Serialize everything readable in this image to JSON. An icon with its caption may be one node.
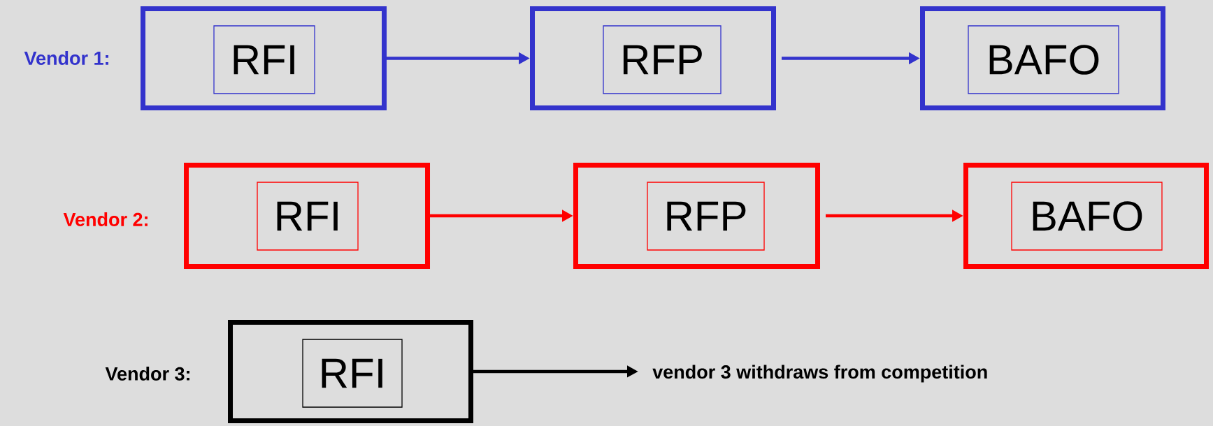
{
  "diagram": {
    "nodes": [
      {
        "text": [],
        "shape": "box"
      },
      {
        "text": [
          "RFI"
        ],
        "in": 0
      },
      {
        "text": [],
        "shape": "box"
      },
      {
        "text": [
          "RFP"
        ],
        "in": 2
      },
      {
        "text": [],
        "shape": "box"
      },
      {
        "text": [
          "BAFO"
        ],
        "in": 4
      },
      {
        "text": [],
        "shape": "box"
      },
      {
        "text": [
          "RFI"
        ],
        "in": 6
      },
      {
        "text": [],
        "shape": "box"
      },
      {
        "text": [
          "RFP"
        ],
        "in": 8
      },
      {
        "text": [],
        "shape": "box"
      },
      {
        "text": [
          "BAFO"
        ],
        "in": 10
      },
      {
        "text": [],
        "shape": "box"
      },
      {
        "text": [
          "RFI"
        ],
        "in": 12
      },
      {
        "text": [
          "vendor 3 withdraws from competition"
        ]
      }
    ],
    "edges": [
      {
        "from": 0,
        "to": 2,
        "arrow": "to",
        "color": "#3333cc"
      },
      {
        "from": 2,
        "to": 4,
        "arrow": "to",
        "color": "#3333cc"
      },
      {
        "from": 6,
        "to": 8,
        "arrow": "to",
        "color": "#ff0000"
      },
      {
        "from": 8,
        "to": 10,
        "arrow": "to",
        "color": "#ff0000"
      },
      {
        "from": 12,
        "to": 14,
        "arrow": "to",
        "color": "#000000"
      }
    ],
    "labels": [
      "Vendor 1:",
      "Vendor 2:",
      "Vendor 3:"
    ]
  }
}
